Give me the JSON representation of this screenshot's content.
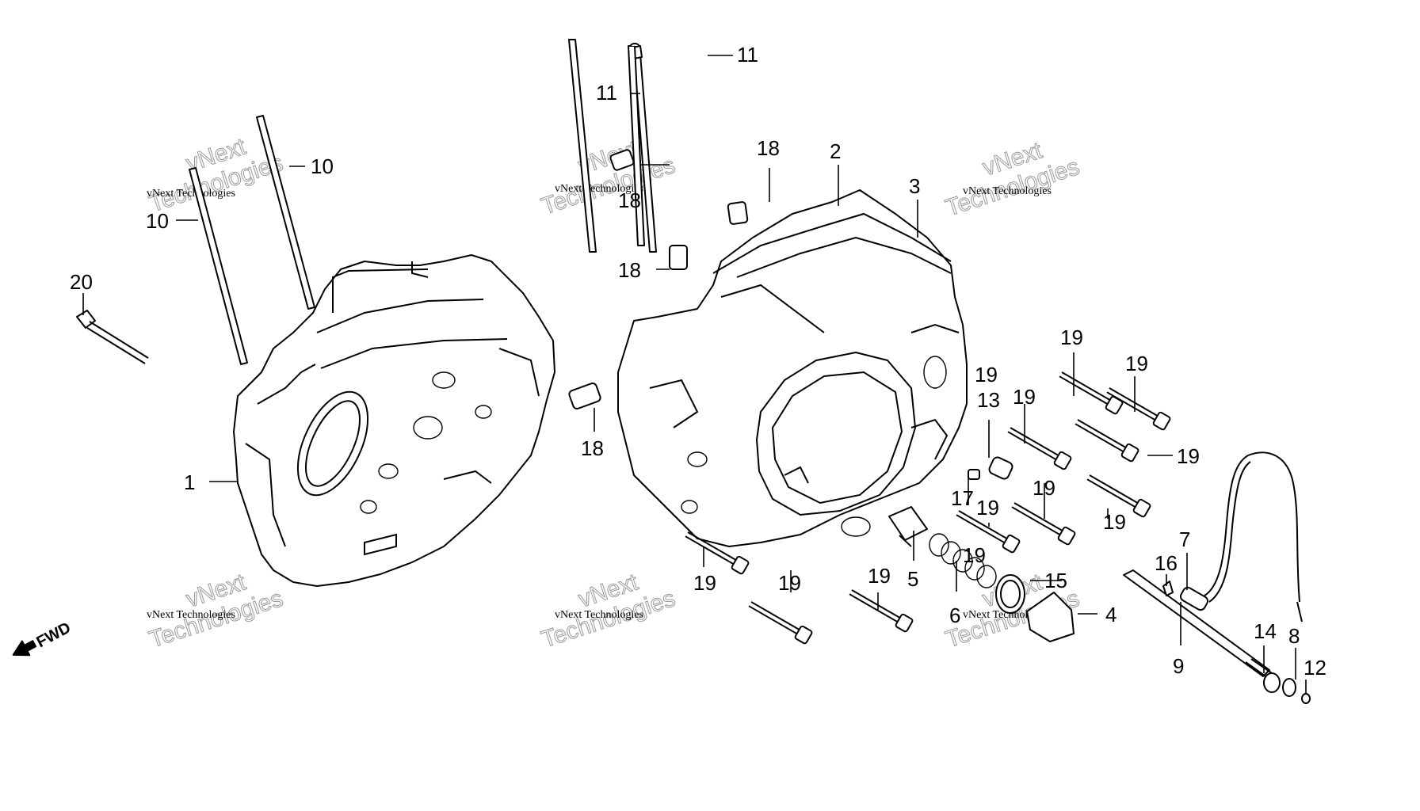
{
  "diagram": {
    "fwd_label": "FWD",
    "watermark_small": "vNext Technologies",
    "watermark_large": "Technologies",
    "watermark_small_top": "vNext",
    "callouts": [
      "1",
      "2",
      "3",
      "4",
      "5",
      "6",
      "7",
      "8",
      "9",
      "10",
      "10",
      "11",
      "11",
      "12",
      "13",
      "14",
      "15",
      "16",
      "17",
      "18",
      "18",
      "18",
      "18",
      "19",
      "19",
      "19",
      "19",
      "19",
      "19",
      "19",
      "19",
      "19",
      "19",
      "19",
      "19",
      "20"
    ]
  }
}
